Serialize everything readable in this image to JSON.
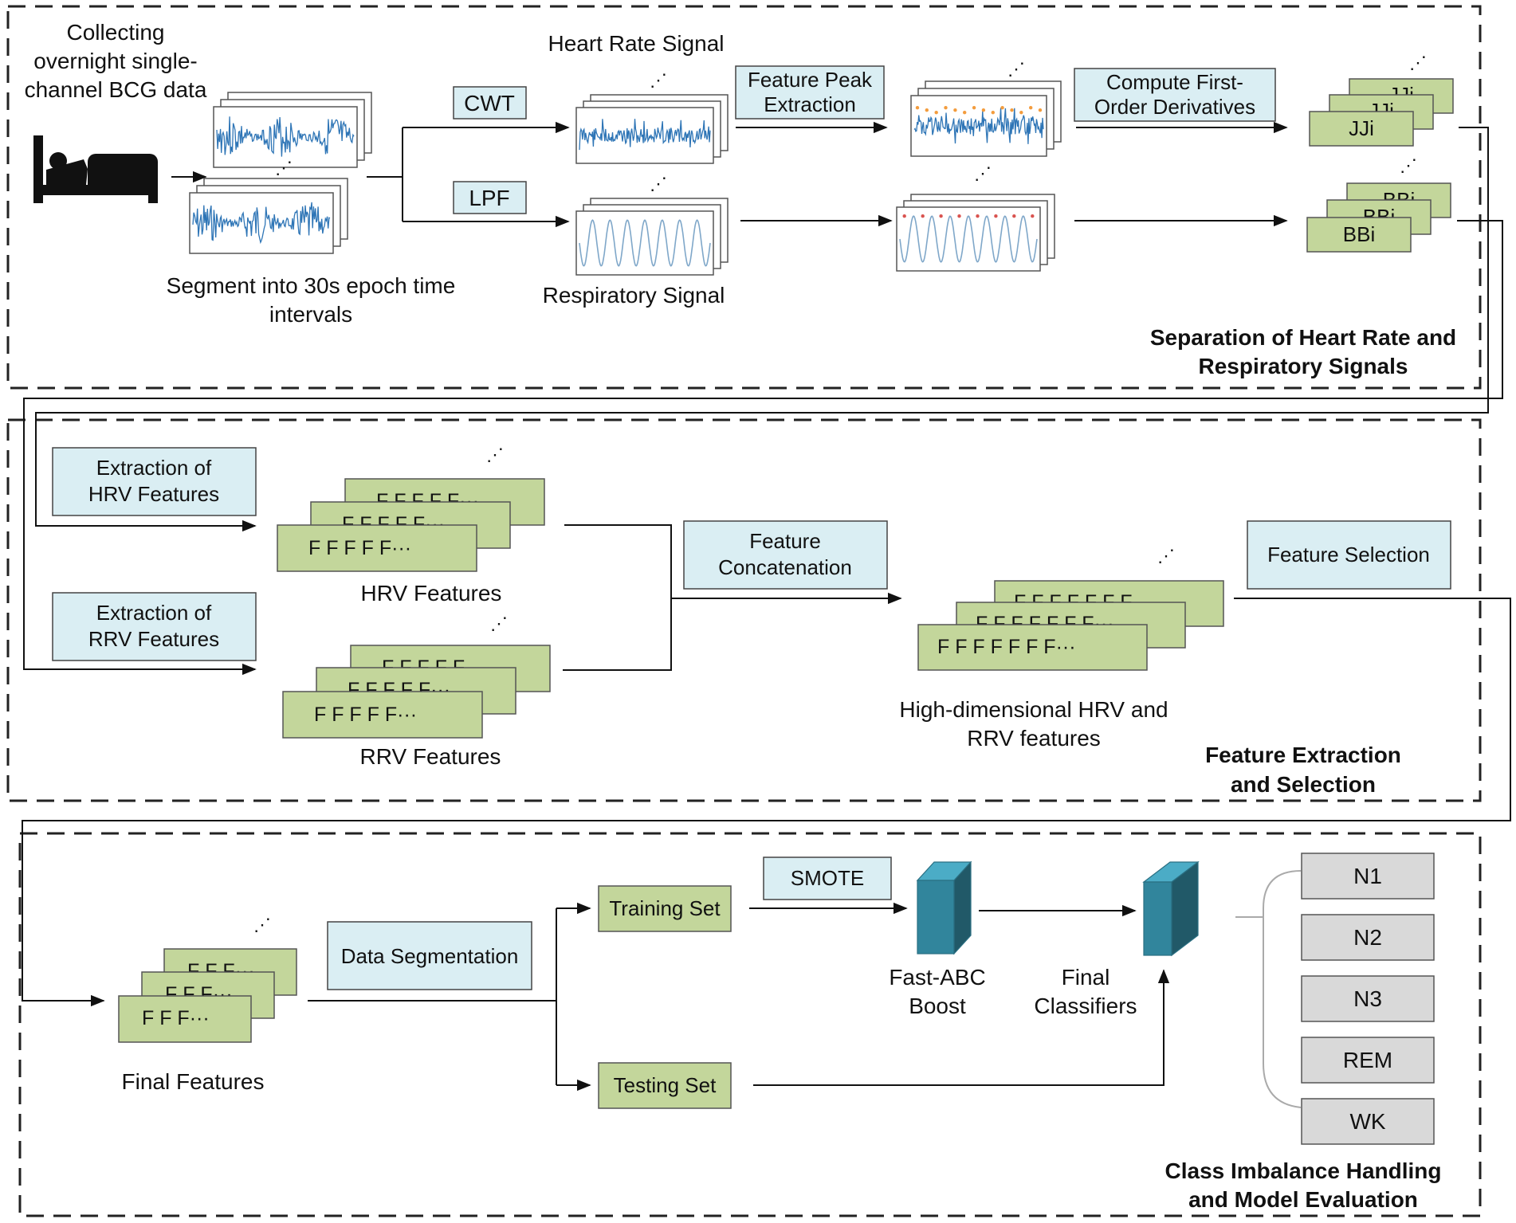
{
  "section1": {
    "title_line1": "Separation of Heart Rate and",
    "title_line2": "Respiratory Signals",
    "collect_line1": "Collecting",
    "collect_line2": "overnight single-",
    "collect_line3": "channel BCG data",
    "segment_line1": "Segment into 30s epoch time",
    "segment_line2": "intervals",
    "cwt": "CWT",
    "lpf": "LPF",
    "heart_rate_signal": "Heart Rate Signal",
    "respiratory_signal": "Respiratory Signal",
    "feature_peak_line1": "Feature Peak",
    "feature_peak_line2": "Extraction",
    "derivative_line1": "Compute First-",
    "derivative_line2": "Order Derivatives",
    "jj_front": "JJi",
    "jj_back": "JJi",
    "bb_front": "BBi",
    "bb_back": "BBi",
    "icon": "bed-icon"
  },
  "section2": {
    "title_line1": "Feature Extraction",
    "title_line2": "and Selection",
    "hrv_extract_line1": "Extraction of",
    "hrv_extract_line2": "HRV Features",
    "rrv_extract_line1": "Extraction of",
    "rrv_extract_line2": "RRV Features",
    "hrv_features": "HRV Features",
    "rrv_features": "RRV Features",
    "hrv_stack_text": "F  F  F  F  F···",
    "rrv_stack_text": "F  F  F  F  F···",
    "concat_line1": "Feature",
    "concat_line2": "Concatenation",
    "hd_stack_text": "F  F  F  F  F  F  F···",
    "hd_line1": "High-dimensional HRV and",
    "hd_line2": "RRV features",
    "feature_selection": "Feature Selection"
  },
  "section3": {
    "title_line1": "Class Imbalance Handling",
    "title_line2": "and Model Evaluation",
    "final_stack_text": "F  F  F···",
    "final_features": "Final Features",
    "data_segmentation": "Data Segmentation",
    "training_set": "Training Set",
    "testing_set": "Testing Set",
    "smote": "SMOTE",
    "fast_abc_line1": "Fast-ABC",
    "fast_abc_line2": "Boost",
    "final_classifiers_line1": "Final",
    "final_classifiers_line2": "Classifiers",
    "classes": [
      "N1",
      "N2",
      "N3",
      "REM",
      "WK"
    ]
  },
  "colors": {
    "blue_box": "#daeef3",
    "green_box": "#c3d69b",
    "gray_box": "#d9d9d9",
    "cube_front": "#31859c",
    "cube_top": "#4bacc6",
    "cube_side": "#215968",
    "signal": "#2e75b6"
  }
}
